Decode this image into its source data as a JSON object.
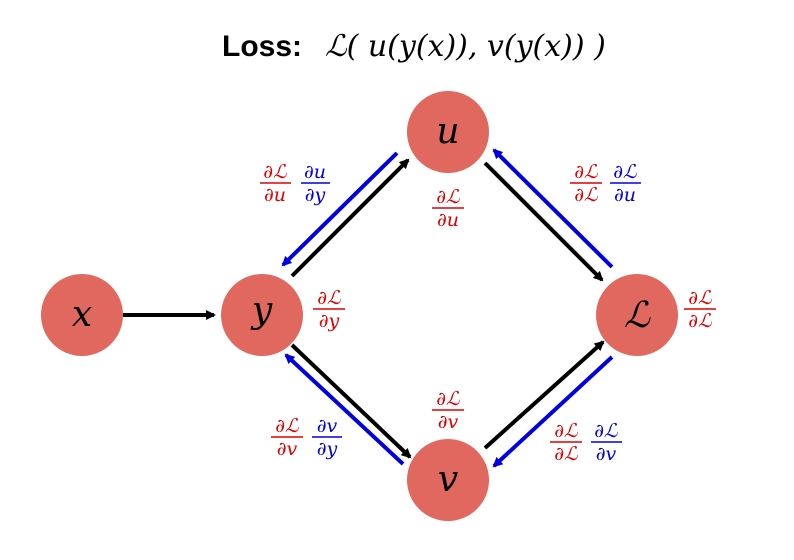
{
  "title": {
    "label": "Loss:",
    "formula": "ℒ( u(y(x)), v(y(x)) )"
  },
  "nodes": {
    "x": "x",
    "y": "y",
    "u": "u",
    "v": "v",
    "L": "ℒ"
  },
  "gradients": {
    "dL_du": {
      "num": "∂ℒ",
      "den": "∂u"
    },
    "dL_dv": {
      "num": "∂ℒ",
      "den": "∂v"
    },
    "dL_dy": {
      "num": "∂ℒ",
      "den": "∂y"
    },
    "dL_dL": {
      "num": "∂ℒ",
      "den": "∂ℒ"
    },
    "du_dy": {
      "num": "∂u",
      "den": "∂y"
    },
    "dv_dy": {
      "num": "∂v",
      "den": "∂y"
    },
    "dL_dL_du": {
      "num": "∂ℒ",
      "den": "∂u"
    },
    "dL_dL_dv": {
      "num": "∂ℒ",
      "den": "∂v"
    }
  },
  "colors": {
    "node_fill": "#e0685e",
    "forward_edge": "#000000",
    "backward_edge": "#0000e0",
    "grad_red": "#e00000",
    "grad_blue": "#0000e0"
  }
}
